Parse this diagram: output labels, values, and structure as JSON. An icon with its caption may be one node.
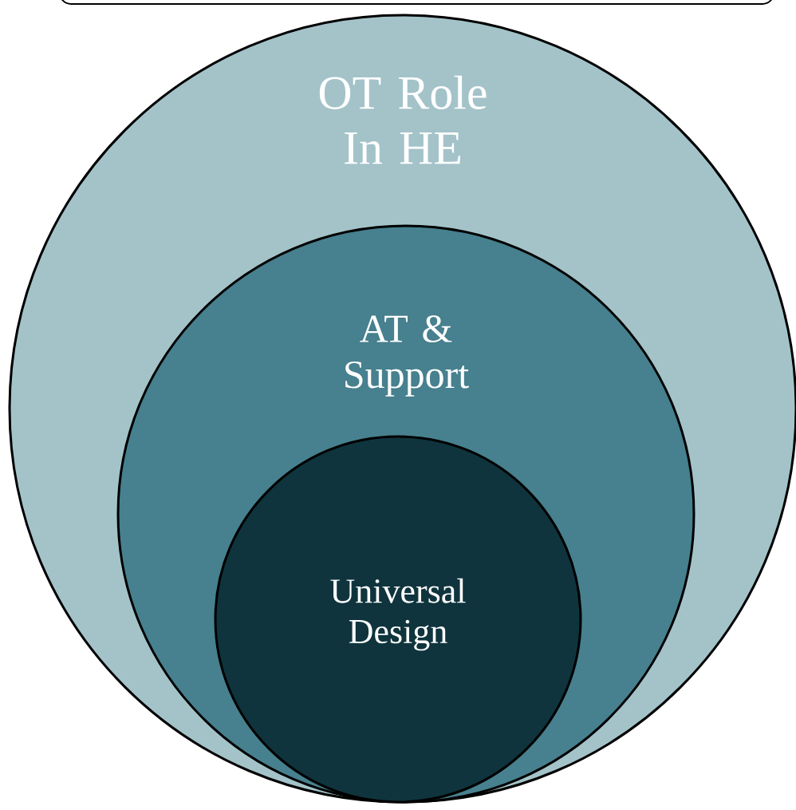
{
  "diagram": {
    "nodes": [
      {
        "text": [],
        "shape": "box"
      },
      {
        "text": [
          "OT Role In HE"
        ]
      },
      {
        "text": [
          "AT & Support"
        ],
        "in": 1
      },
      {
        "text": [
          "Universal Design"
        ],
        "in": 2
      }
    ]
  }
}
